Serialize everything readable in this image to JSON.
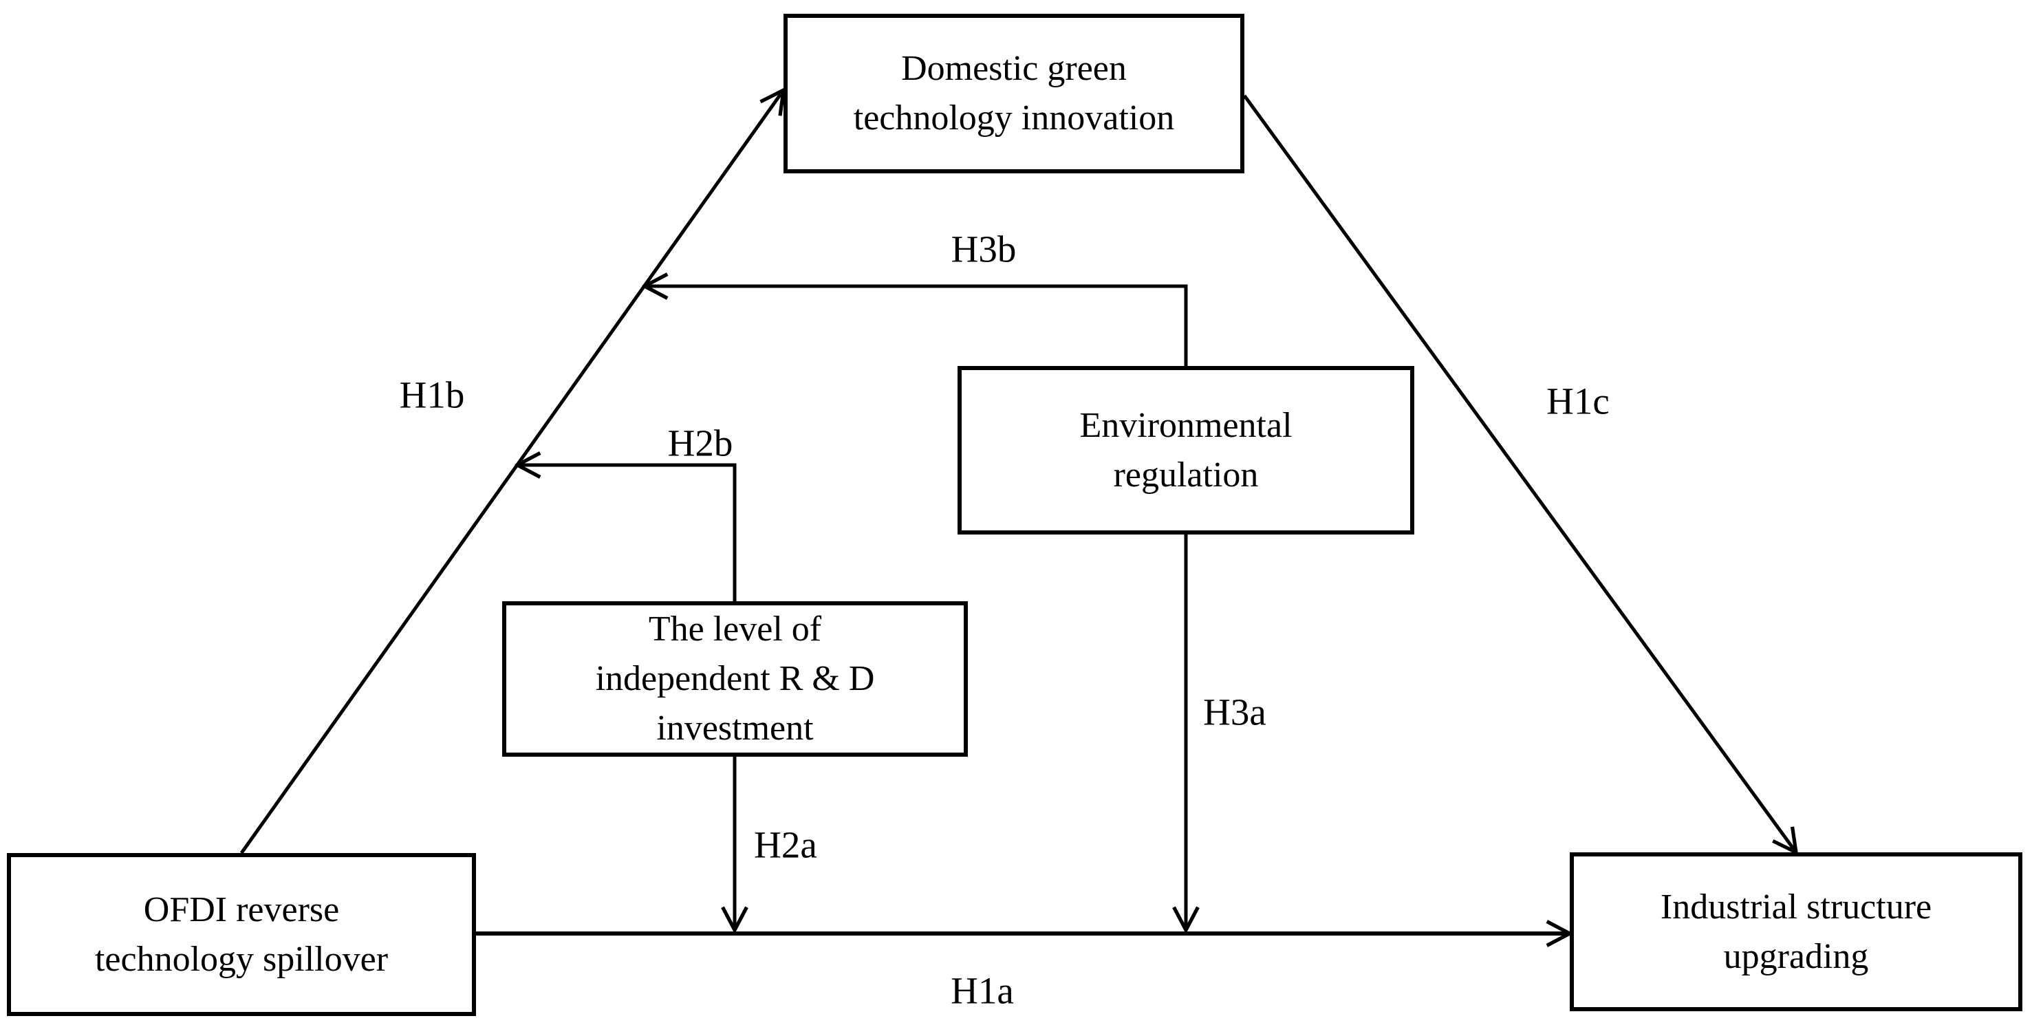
{
  "diagram": {
    "background_color": "#ffffff",
    "line_color": "#000000",
    "nodes": {
      "domestic_green": {
        "lines": [
          "Domestic green",
          "technology innovation"
        ]
      },
      "environmental": {
        "lines": [
          "Environmental",
          "regulation"
        ]
      },
      "rd_investment": {
        "lines": [
          "The level of",
          "independent R & D",
          "investment"
        ]
      },
      "ofdi": {
        "lines": [
          "OFDI reverse",
          "technology spillover"
        ]
      },
      "industrial": {
        "lines": [
          "Industrial structure",
          "upgrading"
        ]
      }
    },
    "edges": {
      "h1a": {
        "label": "H1a",
        "from": "ofdi",
        "to": "industrial"
      },
      "h1b": {
        "label": "H1b",
        "from": "ofdi",
        "to": "domestic_green"
      },
      "h1c": {
        "label": "H1c",
        "from": "domestic_green",
        "to": "industrial"
      },
      "h2a": {
        "label": "H2a",
        "from": "rd_investment",
        "to": "h1a-path"
      },
      "h2b": {
        "label": "H2b",
        "from": "rd_investment",
        "to": "h1b-path"
      },
      "h3a": {
        "label": "H3a",
        "from": "environmental",
        "to": "h1a-path"
      },
      "h3b": {
        "label": "H3b",
        "from": "environmental",
        "to": "h1b-path"
      }
    }
  }
}
